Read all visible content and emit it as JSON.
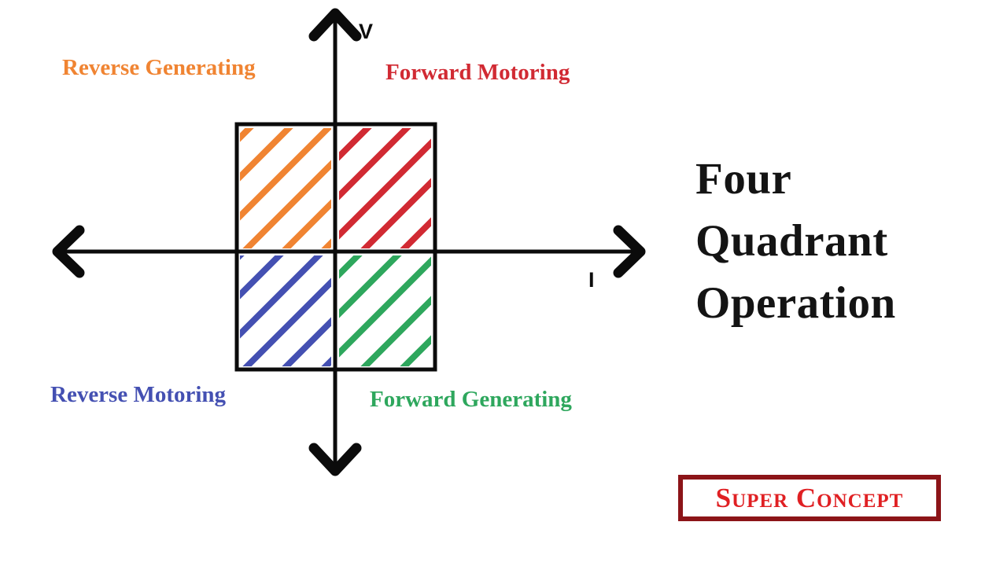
{
  "title_block": {
    "text": "Four Quadrant Operation",
    "lines": [
      "Four",
      "Quadrant",
      "Operation"
    ],
    "color": "#141414"
  },
  "badge": {
    "label": "Super Concept",
    "text_color": "#e02023",
    "border_color": "#8c1418"
  },
  "axes": {
    "vertical_label": "V",
    "horizontal_label": "I",
    "color": "#000000"
  },
  "quadrants": [
    {
      "id": "q2",
      "position": "top-left",
      "label": "Reverse Generating",
      "color": "#f08432"
    },
    {
      "id": "q1",
      "position": "top-right",
      "label": "Forward Motoring",
      "color": "#d12a33"
    },
    {
      "id": "q3",
      "position": "bottom-left",
      "label": "Reverse Motoring",
      "color": "#4450b2"
    },
    {
      "id": "q4",
      "position": "bottom-right",
      "label": "Forward Generating",
      "color": "#2ea75d"
    }
  ]
}
